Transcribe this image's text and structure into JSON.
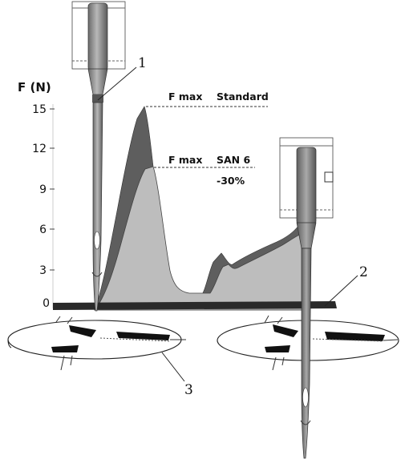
{
  "axis": {
    "y_title": "F (N)",
    "ticks": [
      "15",
      "12",
      "9",
      "6",
      "3",
      "0"
    ]
  },
  "annotations": {
    "fmax_label": "F max",
    "standard_label": "Standard",
    "san_label": "SAN 6",
    "reduction_label": "-30%"
  },
  "callouts": [
    "1",
    "2",
    "3"
  ],
  "colors": {
    "standard_curve": "#5e5e5e",
    "san6_curve": "#bdbdbd",
    "needle": "#8a8a8a",
    "baseline": "#2a2a2a"
  }
}
